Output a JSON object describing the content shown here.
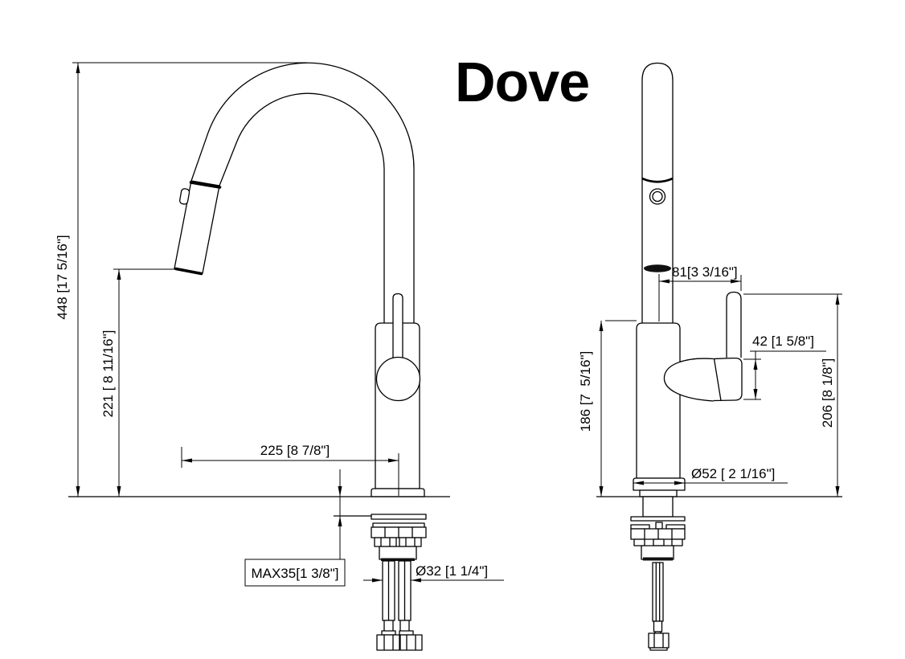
{
  "title": "Dove",
  "colors": {
    "line": "#000000",
    "background": "#ffffff"
  },
  "dimensions": {
    "side_view": {
      "overall_height": "448 [17 5/16\"]",
      "spout_height": "221 [ 8 11/16\"]",
      "spout_reach": "225 [8 7/8\"]",
      "max_counter_thickness": "MAX35[1 3/8\"]",
      "hole_diameter": "Ø32 [1 1/4\"]"
    },
    "front_view": {
      "spout_to_handle_offset": "81[3 3/16\"]",
      "handle_height": "42 [1 5/8\"]",
      "body_height": "186 [7  5/16\"]",
      "height_to_handle_top": "206 [8 1/8\"]",
      "base_diameter": "Ø52 [ 2 1/16\"]"
    }
  }
}
